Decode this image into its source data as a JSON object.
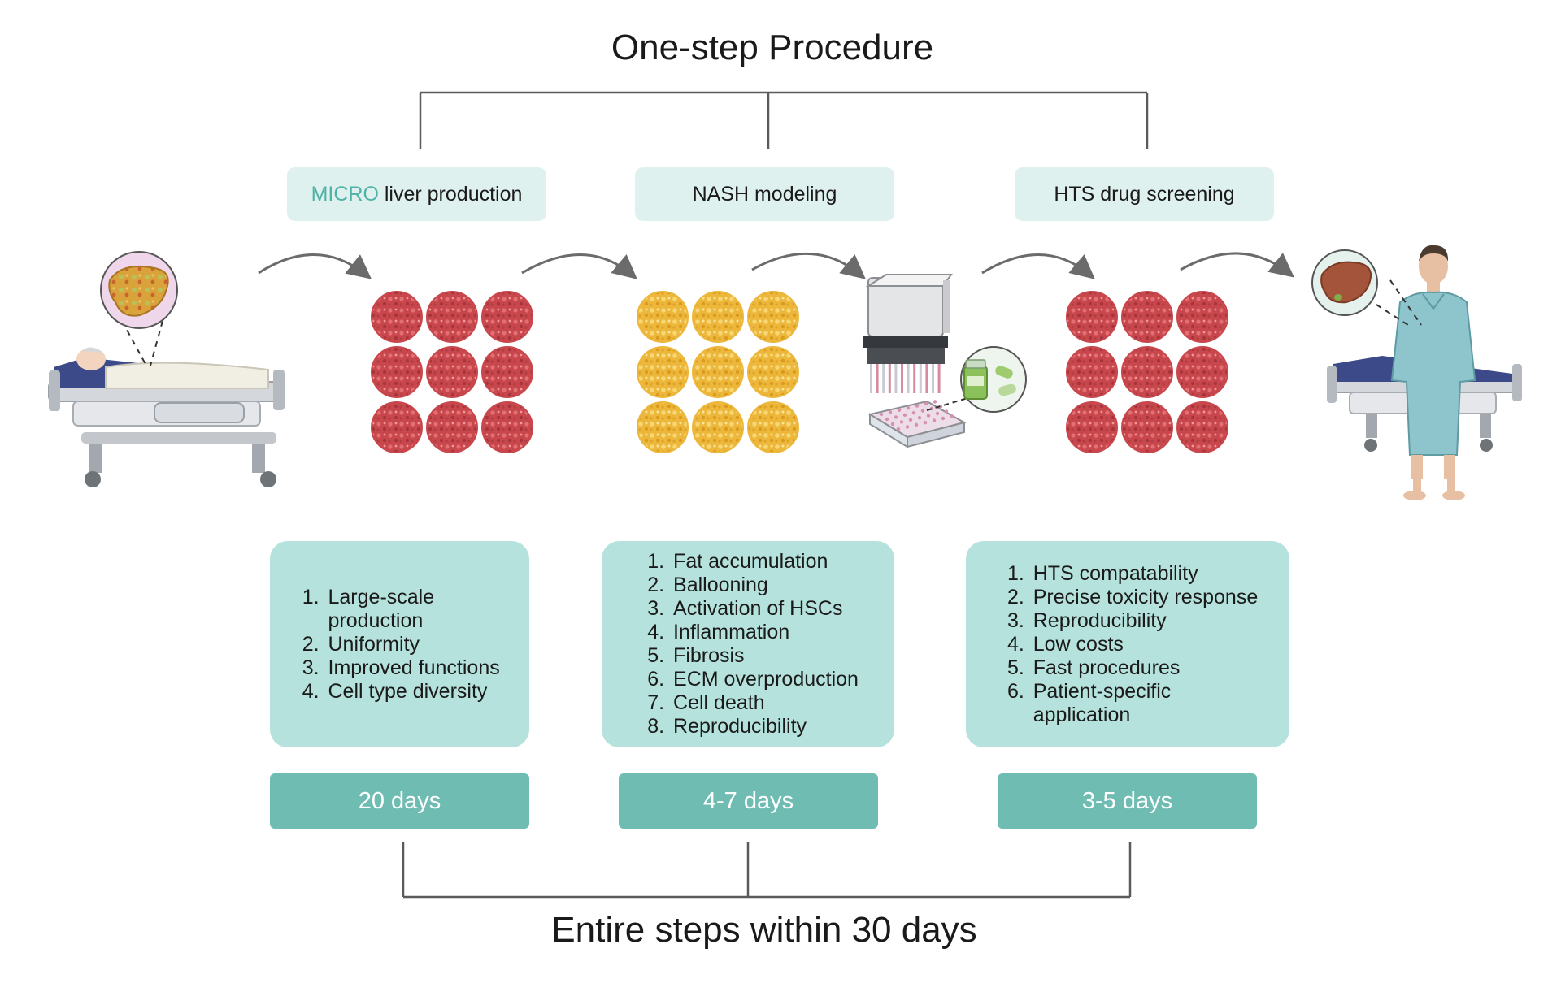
{
  "title": "One-step Procedure",
  "footer": "Entire steps within 30 days",
  "stages": [
    {
      "label_accent": "MICRO",
      "label": "liver production",
      "features": [
        "Large-scale production",
        "Uniformity",
        "Improved functions",
        "Cell type diversity"
      ],
      "duration": "20 days",
      "cluster_color": "#c8474c"
    },
    {
      "label_accent": "",
      "label": "NASH modeling",
      "features": [
        "Fat accumulation",
        "Ballooning",
        "Activation of HSCs",
        "Inflammation",
        "Fibrosis",
        "ECM overproduction",
        "Cell death",
        "Reproducibility"
      ],
      "duration": "4-7 days",
      "cluster_color": "#ecb73a"
    },
    {
      "label_accent": "",
      "label": "HTS drug screening",
      "features": [
        "HTS compatability",
        "Precise toxicity response",
        "Reproducibility",
        "Low costs",
        "Fast procedures",
        "Patient-specific application"
      ],
      "duration": "3-5 days",
      "cluster_color": "#c8474c"
    }
  ],
  "colors": {
    "accent": "#4fb2a6",
    "label_bg": "#dff1ee",
    "feature_bg": "#b5e2dc",
    "duration_bg": "#6fbcb3",
    "connector": "#5a5a5a"
  },
  "icons": [
    "patient-in-bed-icon",
    "fatty-liver-icon",
    "microtissue-cluster-icon",
    "robotic-pipette-icon",
    "drug-bottle-icon",
    "healthy-liver-icon",
    "recovered-patient-icon"
  ]
}
